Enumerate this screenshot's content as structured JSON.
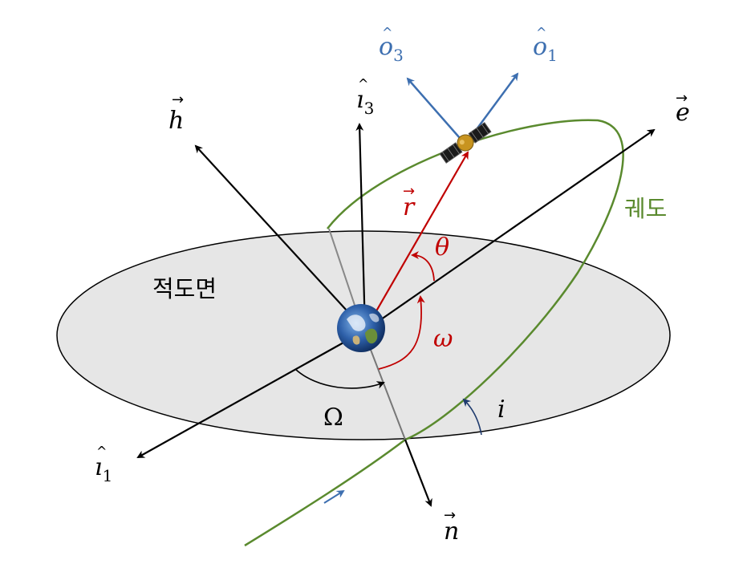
{
  "labels": {
    "h_vec": "h",
    "i3_base": "ı",
    "i3_sub": "3",
    "i1_base": "ı",
    "i1_sub": "1",
    "o3_base": "o",
    "o3_sub": "3",
    "o1_base": "o",
    "o1_sub": "1",
    "e_vec": "e",
    "n_vec": "n",
    "r_vec": "r",
    "theta": "θ",
    "omega_small": "ω",
    "Omega_big": "Ω",
    "incl": "i",
    "orbit": "궤도",
    "plane": "적도면"
  },
  "colors": {
    "axis": "#000000",
    "orbit": "#5a8a2e",
    "position": "#c00000",
    "orbit_frame": "#3d6fb0",
    "plane_fill": "#e6e6e6"
  },
  "icons": [
    "earth-icon",
    "satellite-icon"
  ]
}
